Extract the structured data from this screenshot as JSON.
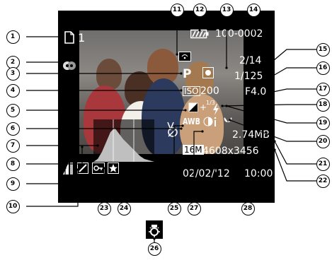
{
  "screen": {
    "file_number": "100-0002",
    "protect_count": "1",
    "image_number": "2/14",
    "shutter_speed": "1/125",
    "aperture": "F4.0",
    "mode": "P",
    "iso_label": "ISO",
    "iso_value": "200",
    "exposure_comp": "+",
    "exposure_comp_frac": "1/3",
    "white_balance": "AWB",
    "file_size": "2.74MB",
    "resolution_badge": "16M",
    "resolution": "4608x3456",
    "date": "02/02/'12",
    "time": "10:00"
  },
  "callouts": [
    "1",
    "2",
    "3",
    "4",
    "5",
    "6",
    "7",
    "8",
    "9",
    "10",
    "11",
    "12",
    "13",
    "14",
    "15",
    "16",
    "17",
    "18",
    "19",
    "20",
    "21",
    "22",
    "23",
    "24",
    "25",
    "26",
    "27",
    "28"
  ],
  "icons": [
    "document-icon",
    "camera-shake-icon",
    "eye-fi-icon",
    "battery-icon",
    "metering-icon",
    "exposure-comp-icon",
    "histogram-icon",
    "crop-icon",
    "lock-icon",
    "star-icon",
    "flash-icon",
    "macro-icon",
    "contrast-icon",
    "red-eye-icon",
    "tungsten-light-icon"
  ]
}
